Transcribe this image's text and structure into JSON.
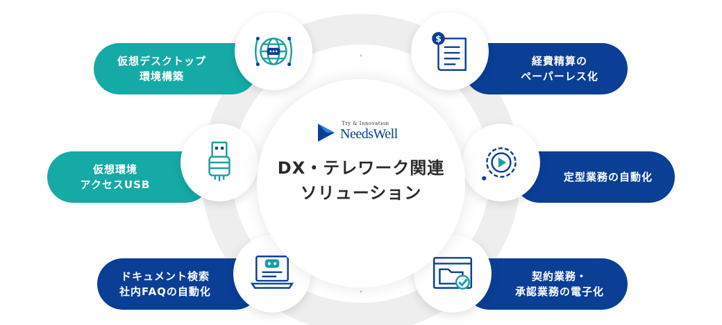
{
  "center": {
    "logo_tagline": "Try & Innovation",
    "logo_brand": "NeedsWell",
    "title": "DX・テレワーク関連\nソリューション"
  },
  "items": {
    "virtual_desktop": {
      "label": "仮想デスクトップ\n環境構築",
      "icon": "globe-network-icon",
      "color": "#16aaa6"
    },
    "virtual_usb": {
      "label": "仮想環境\nアクセスUSB",
      "icon": "usb-icon",
      "color": "#16aaa6"
    },
    "faq_automation": {
      "label": "ドキュメント検索\n社内FAQの自動化",
      "icon": "laptop-chatbot-icon",
      "color": "#0b3f96"
    },
    "expense_paperless": {
      "label": "経費精算の\nペーパーレス化",
      "icon": "receipt-dollar-icon",
      "color": "#0b3f96"
    },
    "routine_automation": {
      "label": "定型業務の自動化",
      "icon": "gear-play-icon",
      "color": "#0b3f96"
    },
    "contract_digital": {
      "label": "契約業務・\n承認業務の電子化",
      "icon": "folder-check-icon",
      "color": "#0b3f96"
    }
  }
}
